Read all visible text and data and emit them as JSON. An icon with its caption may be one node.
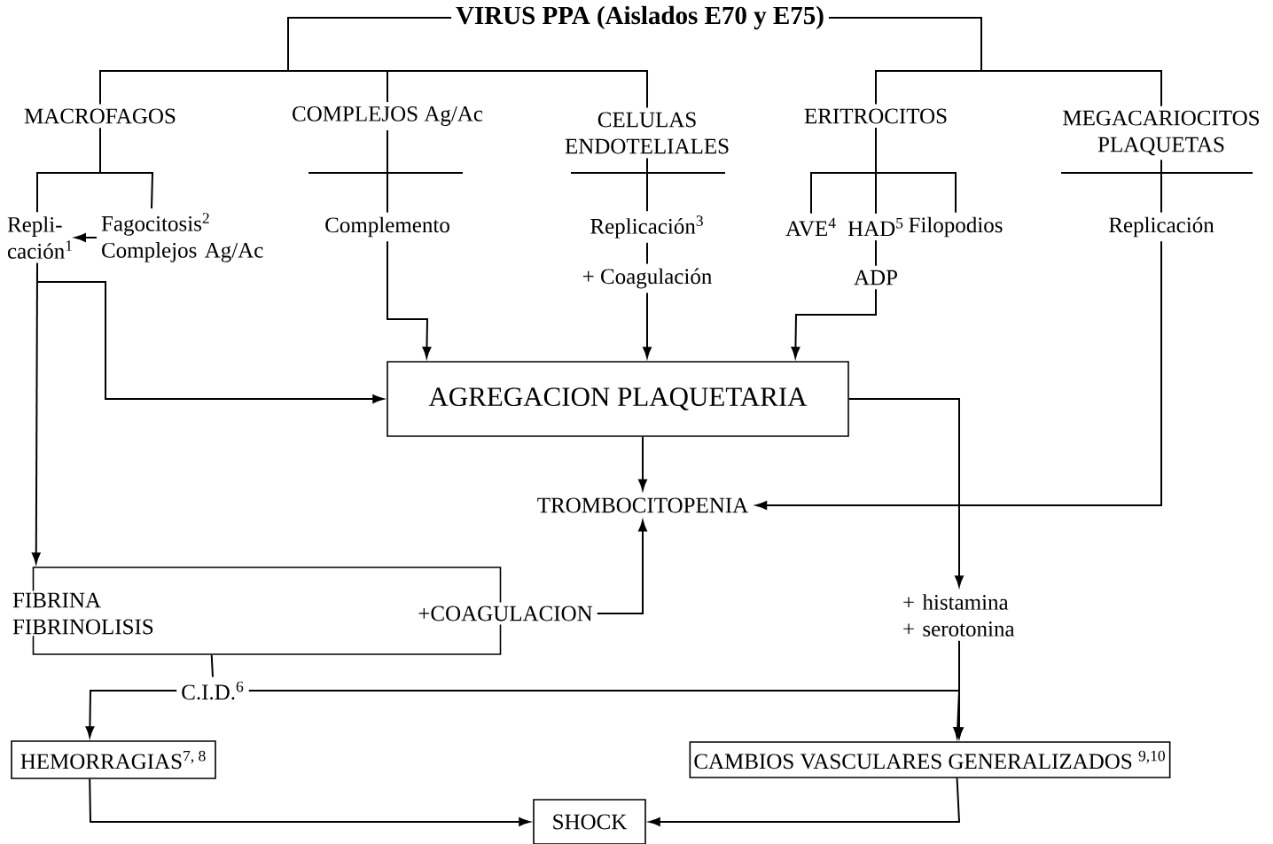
{
  "diagram": {
    "nodes": [
      {
        "text": [
          "VIRUS PPA (Aislados E70 y E75)"
        ]
      },
      {
        "text": [
          "MACROFAGOS"
        ]
      },
      {
        "text": [
          "COMPLEJOS Ag/Ac"
        ]
      },
      {
        "text": [
          "CELULAS ENDOTELIALES"
        ]
      },
      {
        "text": [
          "ERITROCITOS"
        ]
      },
      {
        "text": [
          "MEGACARIOCITOS PLAQUETAS"
        ]
      },
      {
        "text": [
          "Repli- cación$^{1}$"
        ]
      },
      {
        "text": [
          "Fagocitosis$^{2}$ Complejos Ag/Ac"
        ]
      },
      {
        "text": [
          "Complemento"
        ]
      },
      {
        "text": [
          "Replicación$^{3}$"
        ]
      },
      {
        "text": [
          "+ Coagulación"
        ]
      },
      {
        "text": [
          "AVE$^{4}$"
        ]
      },
      {
        "text": [
          "HAD$^{5}$"
        ]
      },
      {
        "text": [
          "Filopodios"
        ]
      },
      {
        "text": [
          "ADP"
        ]
      },
      {
        "text": [
          "Replicación"
        ]
      },
      {
        "text": [
          "AGREGACION PLAQUETARIA"
        ]
      },
      {
        "text": [
          "TROMBOCITOPENIA"
        ]
      },
      {
        "text": [],
        "shape": "box"
      },
      {
        "text": [
          "FIBRINA FIBRINOLISIS"
        ]
      },
      {
        "text": [
          "+COAGULACION"
        ]
      },
      {
        "text": [
          "+ histamina + serotonina"
        ]
      },
      {
        "text": [
          "C.I.D.$^{6}$"
        ]
      },
      {
        "text": [
          "HEMORRAGIAS$^{7, 8}$"
        ]
      },
      {
        "text": [
          "CAMBIOS VASCULARES GENERALIZADOS $^{9,10}$"
        ]
      },
      {
        "text": [
          "SHOCK"
        ]
      }
    ],
    "edges": [
      {
        "from": 0,
        "to": 1,
        "arrow": "none"
      },
      {
        "from": 0,
        "to": 2,
        "arrow": "none"
      },
      {
        "from": 0,
        "to": 3,
        "arrow": "none"
      },
      {
        "from": 0,
        "to": 4,
        "arrow": "none"
      },
      {
        "from": 0,
        "to": 5,
        "arrow": "none"
      },
      {
        "from": 1,
        "to": 6,
        "arrow": "none"
      },
      {
        "from": 1,
        "to": 7,
        "arrow": "none"
      },
      {
        "from": 7,
        "to": 6,
        "arrow": "to"
      },
      {
        "from": 6,
        "to": 16,
        "arrow": "to"
      },
      {
        "from": 6,
        "to": 18,
        "arrow": "to"
      },
      {
        "from": 2,
        "to": 8,
        "arrow": "none"
      },
      {
        "from": 8,
        "to": 16,
        "arrow": "to"
      },
      {
        "from": 3,
        "to": 9,
        "arrow": "none"
      },
      {
        "from": 9,
        "to": 10,
        "arrow": "none"
      },
      {
        "from": 10,
        "to": 16,
        "arrow": "to"
      },
      {
        "from": 4,
        "to": 11,
        "arrow": "none"
      },
      {
        "from": 4,
        "to": 12,
        "arrow": "none"
      },
      {
        "from": 4,
        "to": 13,
        "arrow": "none"
      },
      {
        "from": 12,
        "to": 14,
        "arrow": "none"
      },
      {
        "from": 14,
        "to": 16,
        "arrow": "to"
      },
      {
        "from": 5,
        "to": 15,
        "arrow": "none"
      },
      {
        "from": 15,
        "to": 17,
        "arrow": "to"
      },
      {
        "from": 16,
        "to": 17,
        "arrow": "to"
      },
      {
        "from": 16,
        "to": 21,
        "arrow": "to"
      },
      {
        "from": 20,
        "to": 17,
        "arrow": "to"
      },
      {
        "from": 21,
        "to": 24,
        "arrow": "to"
      },
      {
        "from": 18,
        "to": 22,
        "arrow": "none"
      },
      {
        "from": 22,
        "to": 23,
        "arrow": "to"
      },
      {
        "from": 22,
        "to": 24,
        "arrow": "to"
      },
      {
        "from": 23,
        "to": 25,
        "arrow": "to"
      },
      {
        "from": 24,
        "to": 25,
        "arrow": "to"
      }
    ]
  }
}
